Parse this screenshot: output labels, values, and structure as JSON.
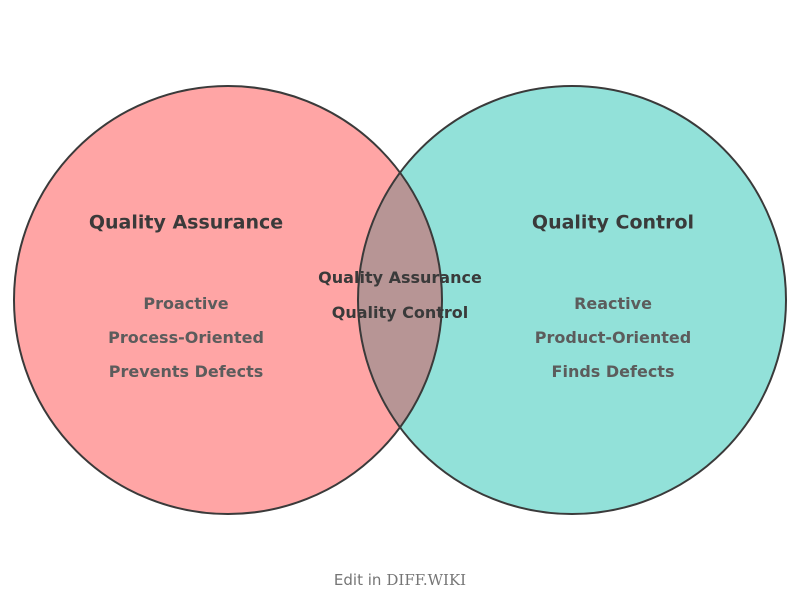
{
  "diagram": {
    "left": {
      "title": "Quality Assurance",
      "items": [
        "Proactive",
        "Process-Oriented",
        "Prevents Defects"
      ],
      "fill_color": "#FFA5A5"
    },
    "right": {
      "title": "Quality Control",
      "items": [
        "Reactive",
        "Product-Oriented",
        "Finds Defects"
      ],
      "fill_color": "#92E1D9"
    },
    "overlap": {
      "lines": [
        "Quality Assurance",
        "Quality Control"
      ],
      "fill_color": "#B79595"
    },
    "outline_color": "#3A3A3A"
  },
  "footer": {
    "prefix": "Edit in",
    "brand": "DIFF.WIKI"
  }
}
